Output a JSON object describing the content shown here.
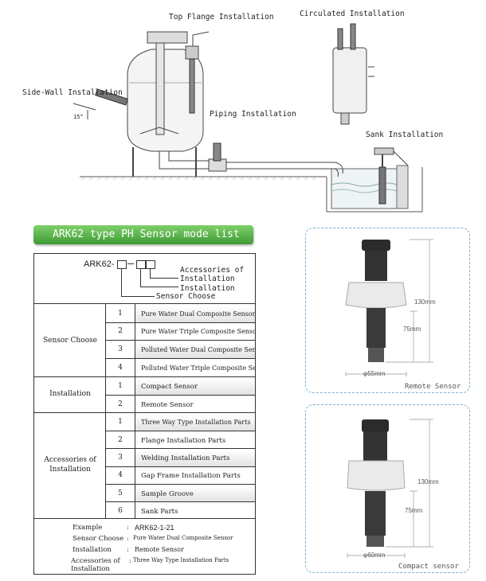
{
  "diagram": {
    "labels": {
      "top_flange": "Top Flange Installation",
      "circulated": "Circulated Installation",
      "side_wall": "Side-Wall Installation",
      "piping": "Piping Installation",
      "sank": "Sank Installation",
      "angle": "15°"
    }
  },
  "banner": {
    "title": "ARK62 type PH Sensor mode list"
  },
  "model_code": {
    "code": "ARK62-",
    "accessories_label": "Accessories of",
    "accessories_label2": "Installation",
    "installation_label": "Installation",
    "sensor_label": "Sensor Choose"
  },
  "table": {
    "groups": [
      {
        "category": "Sensor Choose",
        "options": [
          {
            "num": "1",
            "label": "Pure Water Dual Composite Sensor"
          },
          {
            "num": "2",
            "label": "Pure Water Triple Composite Sensor"
          },
          {
            "num": "3",
            "label": "Polluted Water Dual Composite Sensor"
          },
          {
            "num": "4",
            "label": "Polluted Water Triple Composite Sensor"
          }
        ]
      },
      {
        "category": "Installation",
        "options": [
          {
            "num": "1",
            "label": "Compact Sensor"
          },
          {
            "num": "2",
            "label": "Remote Sensor"
          }
        ]
      },
      {
        "category": "Accessories of",
        "category2": "Installation",
        "options": [
          {
            "num": "1",
            "label": "Three Way Type Installation Parts"
          },
          {
            "num": "2",
            "label": "Flange Installation Parts"
          },
          {
            "num": "3",
            "label": "Welding Installation Parts"
          },
          {
            "num": "4",
            "label": "Gap Frame Installation Parts"
          },
          {
            "num": "5",
            "label": "Sample Groove"
          },
          {
            "num": "6",
            "label": "Sank Parts"
          }
        ]
      }
    ],
    "example": {
      "example_key": "Example",
      "example_value": "ARK62-1-21",
      "sensor_key": "Sensor Choose",
      "sensor_value": "Pure Water Dual Composite Sensor",
      "installation_key": "Installation",
      "installation_value": "Remote Sensor",
      "accessories_key": "Accessories of",
      "accessories_key2": "Installation",
      "accessories_value": "Three Way Type Installation Parts",
      "colon": ":"
    }
  },
  "remote_sensor": {
    "caption": "Remote Sensor",
    "height_total": "130mm",
    "height_lower": "75mm",
    "diameter": "φ55mm"
  },
  "compact_sensor": {
    "caption": "Compact sensor",
    "height_total": "130mm",
    "height_lower": "75mm",
    "diameter": "φ60mm"
  }
}
